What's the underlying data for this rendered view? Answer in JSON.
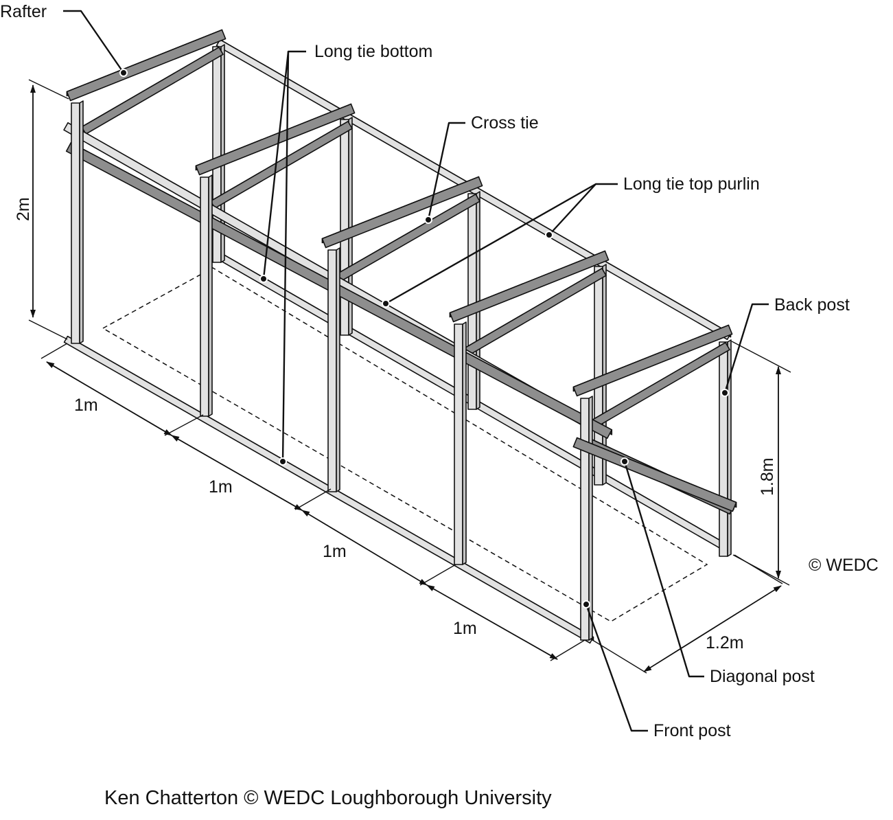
{
  "labels": {
    "rafter": "Rafter",
    "long_tie_bottom": "Long tie bottom",
    "cross_tie": "Cross tie",
    "long_tie_top_purlin": "Long tie top purlin",
    "back_post": "Back post",
    "diagonal_post": "Diagonal post",
    "front_post": "Front post"
  },
  "dimensions": {
    "height_front": "2m",
    "height_back": "1.8m",
    "bay_1": "1m",
    "bay_2": "1m",
    "bay_3": "1m",
    "bay_4": "1m",
    "depth": "1.2m"
  },
  "copyright": "©  WEDC",
  "credit": "Ken Chatterton   ©  WEDC  Loughborough University",
  "colors": {
    "light_timber": "#e2e2e2",
    "dark_timber": "#8e8e8e",
    "line": "#111111"
  }
}
